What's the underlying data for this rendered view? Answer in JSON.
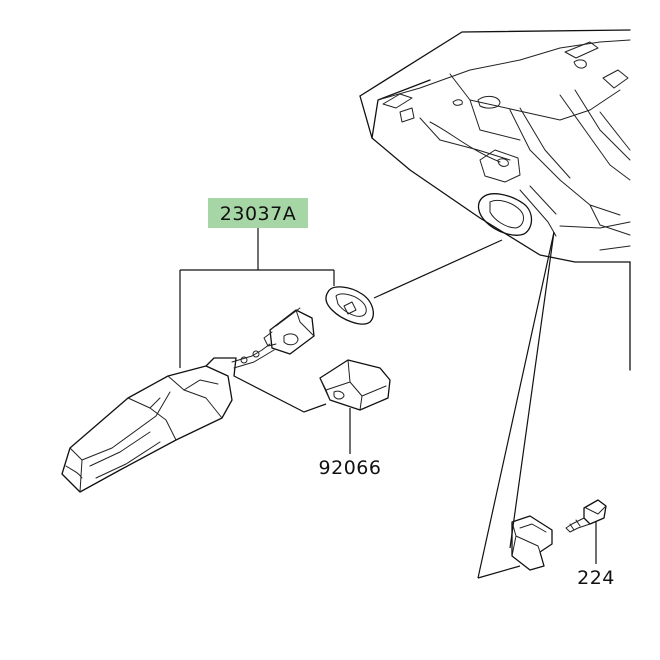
{
  "parts": [
    {
      "id": "p1",
      "number": "23037A",
      "highlighted": true
    },
    {
      "id": "p2",
      "number": "92066",
      "highlighted": false
    },
    {
      "id": "p3",
      "number": "224",
      "highlighted": false
    }
  ],
  "colors": {
    "highlight": "#a6d6a6",
    "line": "#111111",
    "background": "#ffffff"
  }
}
